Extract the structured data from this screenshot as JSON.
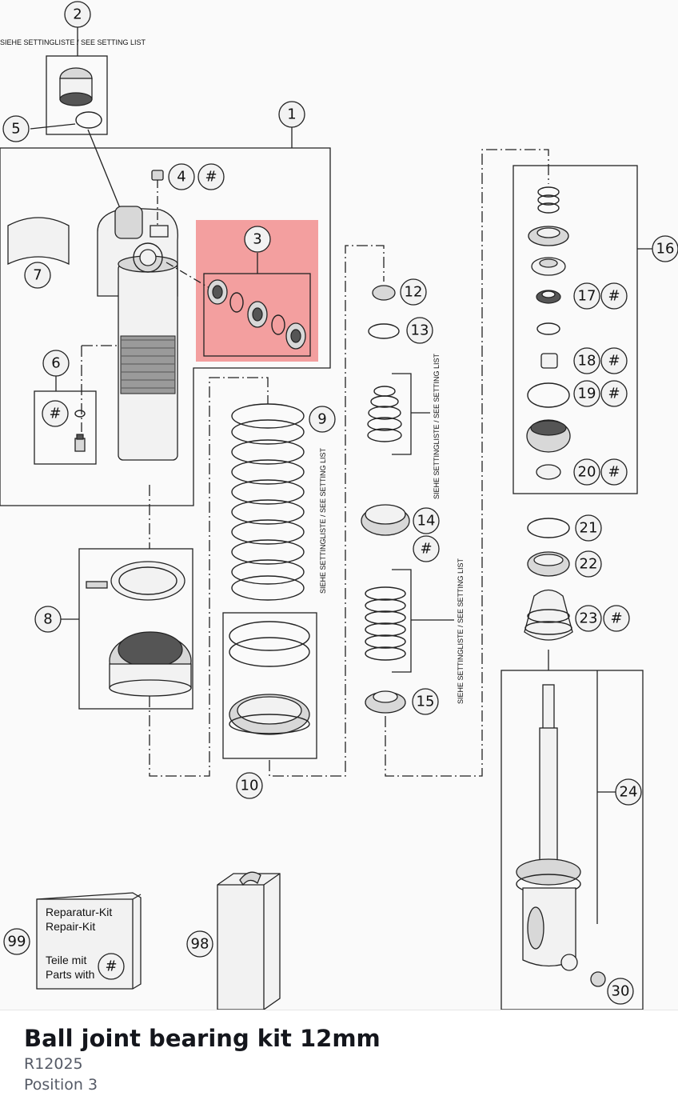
{
  "product": {
    "title": "Ball joint bearing kit 12mm",
    "code": "R12025",
    "position": "Position 3"
  },
  "diagram": {
    "highlight_color": "#f08080",
    "highlighted_part": "3",
    "setting_note": "SIEHE SETTINGLISTE / SEE SETTING LIST",
    "kit_text": {
      "line1": "Reparatur-Kit",
      "line2": "Repair-Kit",
      "line3": "Teile mit",
      "line4": "Parts with",
      "symbol": "#"
    },
    "callouts": [
      "1",
      "2",
      "3",
      "4",
      "5",
      "6",
      "7",
      "8",
      "9",
      "10",
      "12",
      "13",
      "14",
      "15",
      "16",
      "17",
      "18",
      "19",
      "20",
      "21",
      "22",
      "23",
      "24",
      "30",
      "98",
      "99"
    ],
    "hash_symbol": "#"
  }
}
